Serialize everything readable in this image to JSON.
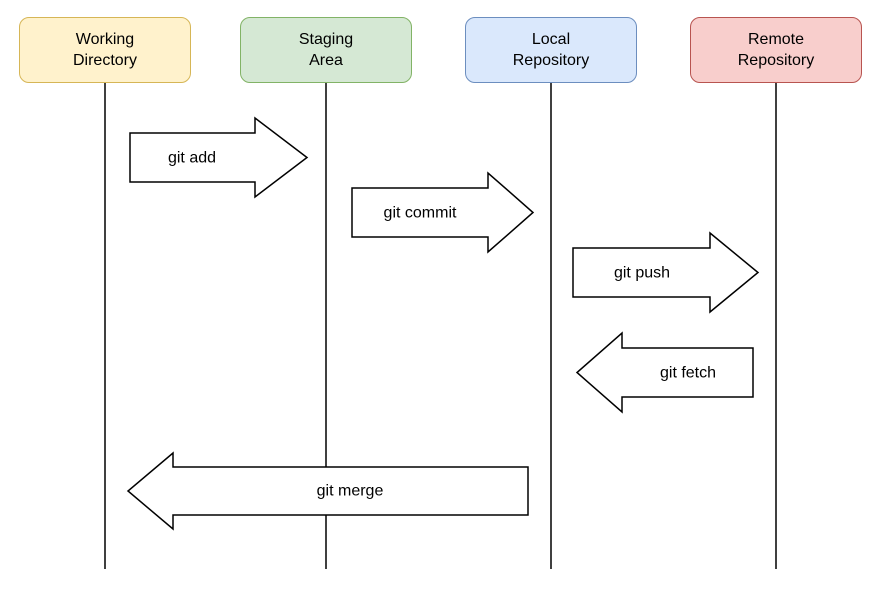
{
  "diagram": {
    "type": "sequence-flow",
    "subject": "git workflow",
    "nodes": [
      {
        "label": "Working Directory",
        "lines": [
          "Working",
          "Directory"
        ],
        "fill": "#FFF2CC",
        "border": "#D6B656"
      },
      {
        "label": "Staging Area",
        "lines": [
          "Staging",
          "Area"
        ],
        "fill": "#D5E8D4",
        "border": "#82B366"
      },
      {
        "label": "Local Repository",
        "lines": [
          "Local",
          "Repository"
        ],
        "fill": "#DAE8FC",
        "border": "#6C8EBF"
      },
      {
        "label": "Remote Repository",
        "lines": [
          "Remote",
          "Repository"
        ],
        "fill": "#F8CECC",
        "border": "#B85450"
      }
    ],
    "edges": [
      {
        "label": "git add",
        "from": "Working Directory",
        "to": "Staging Area",
        "direction": "right"
      },
      {
        "label": "git commit",
        "from": "Staging Area",
        "to": "Local Repository",
        "direction": "right"
      },
      {
        "label": "git push",
        "from": "Local Repository",
        "to": "Remote Repository",
        "direction": "right"
      },
      {
        "label": "git fetch",
        "from": "Remote Repository",
        "to": "Local Repository",
        "direction": "left"
      },
      {
        "label": "git merge",
        "from": "Local Repository",
        "to": "Working Directory",
        "direction": "left"
      }
    ],
    "colors": {
      "background": "#FFFFFF",
      "lifeline": "#000000",
      "arrow_fill": "#FFFFFF",
      "arrow_stroke": "#000000",
      "text": "#000000"
    }
  }
}
